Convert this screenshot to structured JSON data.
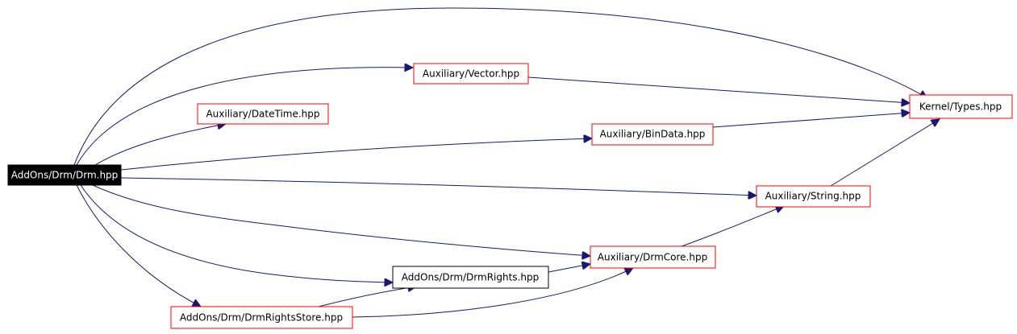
{
  "diagram": {
    "nodes": {
      "drm_hpp": "AddOns/Drm/Drm.hpp",
      "vector_hpp": "Auxiliary/Vector.hpp",
      "types_hpp": "Kernel/Types.hpp",
      "datetime_hpp": "Auxiliary/DateTime.hpp",
      "bindata_hpp": "Auxiliary/BinData.hpp",
      "string_hpp": "Auxiliary/String.hpp",
      "drmcore_hpp": "Auxiliary/DrmCore.hpp",
      "drmrights_hpp": "AddOns/Drm/DrmRights.hpp",
      "drmrightsstore_hpp": "AddOns/Drm/DrmRightsStore.hpp"
    },
    "colors": {
      "edge": "#191970",
      "external_border": "#ff0000",
      "internal_border": "#000000",
      "root_fill": "#000000",
      "root_text": "#ffffff"
    }
  }
}
